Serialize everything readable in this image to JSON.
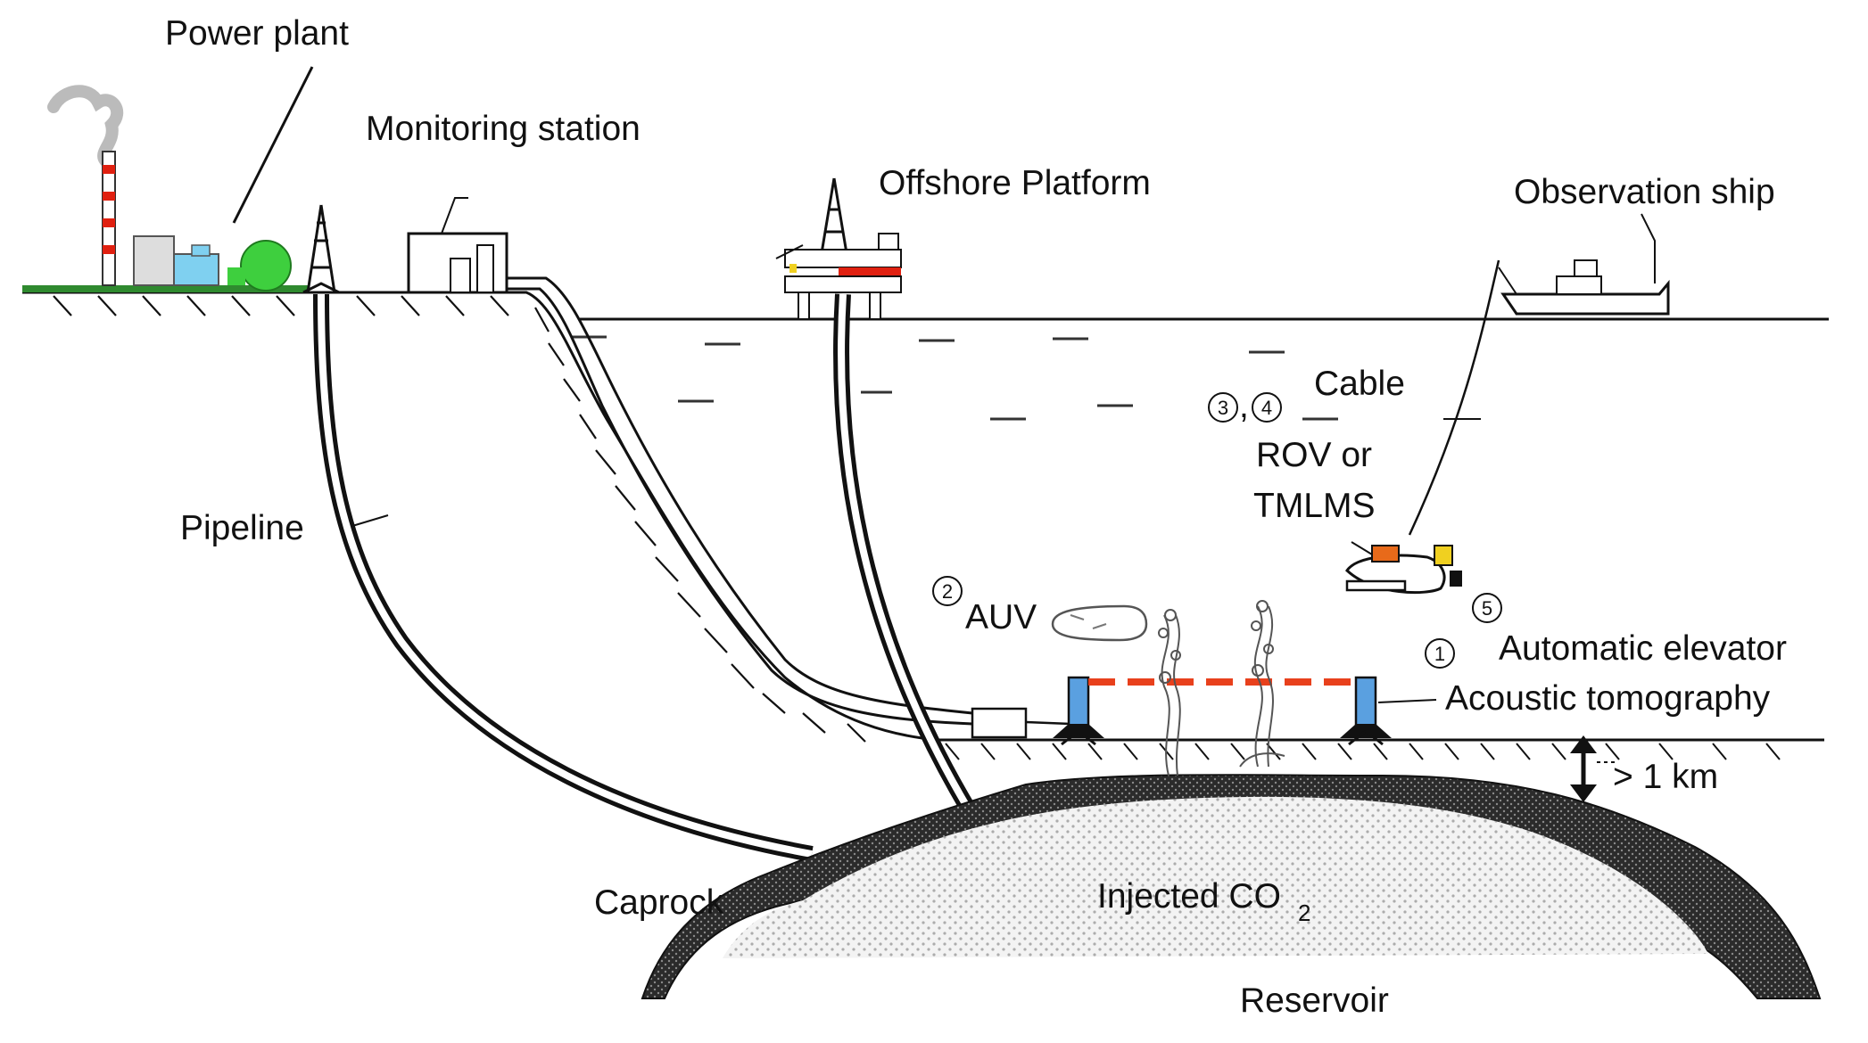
{
  "labels": {
    "power_plant": "Power plant",
    "monitoring_station": "Monitoring station",
    "offshore_platform": "Offshore Platform",
    "observation_ship": "Observation ship",
    "cable": "Cable",
    "rov_line1": "ROV or",
    "rov_line2": "TMLMS",
    "pipeline": "Pipeline",
    "auv": "AUV",
    "automatic_elevator": "Automatic elevator",
    "acoustic_tomography": "Acoustic tomography",
    "depth": "> 1 km",
    "caprock": "Caprock",
    "injected_co2_main": "Injected CO",
    "injected_co2_sub": "2",
    "reservoir": "Reservoir"
  },
  "markers": {
    "m1": "1",
    "m2": "2",
    "m3": "3",
    "m4": "4",
    "m5": "5",
    "comma": ","
  },
  "colors": {
    "ink": "#111111",
    "caprock": "#2b2b2b",
    "reservoir_fill": "#f3f3f3",
    "acoustic_beam": "#e8401c",
    "transducer": "#5aa0e0",
    "dome_green": "#3ecf3e",
    "building_blue": "#7fd0f0",
    "rov_orange": "#e86a1a",
    "rov_yellow": "#f0d020",
    "platform_red": "#e02010",
    "ground_green": "#2f8a2f",
    "smoke": "#bbbbbb"
  }
}
